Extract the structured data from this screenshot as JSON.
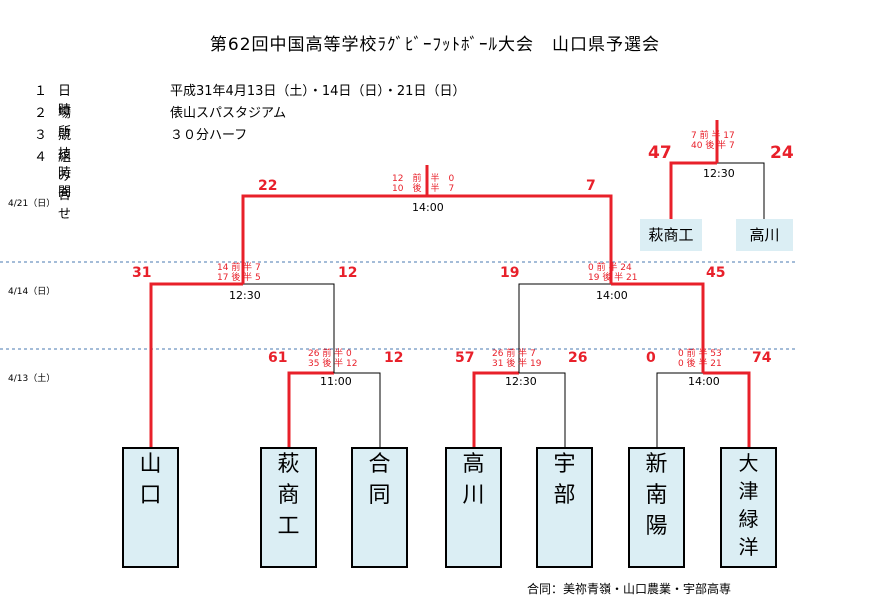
{
  "title": "第62回中国高等学校ﾗｸﾞﾋﾞｰﾌｯﾄﾎﾞｰﾙ大会　山口県予選会",
  "info": [
    {
      "num": "１",
      "label": "日　　時",
      "value": "平成31年4月13日（土）・14日（日）・21日（日）"
    },
    {
      "num": "２",
      "label": "場　　所",
      "value": "俵山スパスタジアム"
    },
    {
      "num": "３",
      "label": "競技時間",
      "value": "３０分ハーフ"
    },
    {
      "num": "４",
      "label": "組み合せ",
      "value": ""
    }
  ],
  "dates": {
    "d21": "4/21（日）",
    "d14": "4/14（日）",
    "d13": "4/13（土）"
  },
  "teams": [
    {
      "id": "yamaguchi",
      "chars": [
        "山",
        "",
        "口"
      ]
    },
    {
      "id": "hagishoko",
      "chars": [
        "萩",
        "商",
        "工"
      ]
    },
    {
      "id": "godo",
      "chars": [
        "合",
        "",
        "同"
      ]
    },
    {
      "id": "takagawa",
      "chars": [
        "高",
        "",
        "川"
      ]
    },
    {
      "id": "ube",
      "chars": [
        "宇",
        "",
        "部"
      ]
    },
    {
      "id": "shinnanyo",
      "chars": [
        "新",
        "南",
        "陽"
      ]
    },
    {
      "id": "otsuryokuyo",
      "chars": [
        "大",
        "津",
        "緑",
        "洋"
      ]
    }
  ],
  "seed_teams": {
    "left": "萩商工",
    "right": "高川"
  },
  "matches": {
    "r1a": {
      "time": "11:00",
      "left": "61",
      "right": "12",
      "h1": "26 前 半 0",
      "h2": "35 後 半 12"
    },
    "r1b": {
      "time": "12:30",
      "left": "57",
      "right": "26",
      "h1": "26 前 半 7",
      "h2": "31 後 半 19"
    },
    "r1c": {
      "time": "14:00",
      "left": "0",
      "right": "74",
      "h1": "0 前 半 53",
      "h2": "0 後 半 21"
    },
    "r2a": {
      "time": "12:30",
      "left": "31",
      "right": "12",
      "h1": "14 前 半 7",
      "h2": "17 後 半 5"
    },
    "r2b": {
      "time": "14:00",
      "left": "19",
      "right": "45",
      "h1": "0 前 半 24",
      "h2": "19 後 半 21"
    },
    "r3": {
      "time": "14:00",
      "left": "22",
      "right": "7",
      "h1": "12　前　半　0",
      "h2": "10　後　半　7"
    },
    "final": {
      "time": "12:30",
      "left": "47",
      "right": "24",
      "h1": "7 前 半 17",
      "h2": "40 後 半 7"
    }
  },
  "note": "合同：美祢青嶺・山口農業・宇部高専",
  "colors": {
    "win": "#e8202a",
    "line": "#000000",
    "box": "#dbeef4",
    "divider": "#4a78b0"
  }
}
